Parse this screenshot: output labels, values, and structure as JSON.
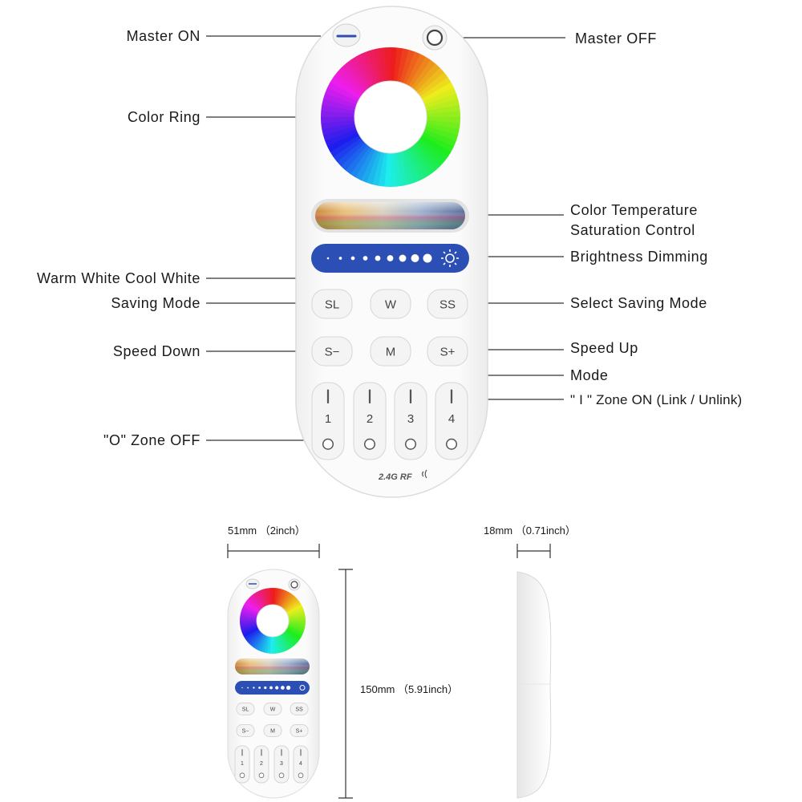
{
  "callouts": {
    "master_on": "Master ON",
    "master_off": "Master OFF",
    "color_ring": "Color Ring",
    "color_temp_line1": "Color Temperature",
    "color_temp_line2": "Saturation Control",
    "brightness": "Brightness Dimming",
    "warm_cool_white": "Warm White Cool White",
    "saving_mode": "Saving Mode",
    "select_saving_mode": "Select Saving Mode",
    "speed_down": "Speed Down",
    "speed_up": "Speed Up",
    "mode": "Mode",
    "zone_on": "\" I \" Zone ON (Link / Unlink)",
    "zone_off": "\"O\" Zone OFF"
  },
  "buttons": {
    "row1": [
      "SL",
      "W",
      "SS"
    ],
    "row2": [
      "S−",
      "M",
      "S+"
    ],
    "zones": [
      "1",
      "2",
      "3",
      "4"
    ]
  },
  "brand_mark": "2.4G RF",
  "dimensions": {
    "width": "51mm （2inch）",
    "height": "150mm （5.91inch）",
    "depth": "18mm （0.71inch）"
  },
  "colors": {
    "brightness_bar": "#2b4fb5",
    "remote_body": "#f7f7f7",
    "outline": "#d8d8d8",
    "leader_line": "#333333"
  }
}
